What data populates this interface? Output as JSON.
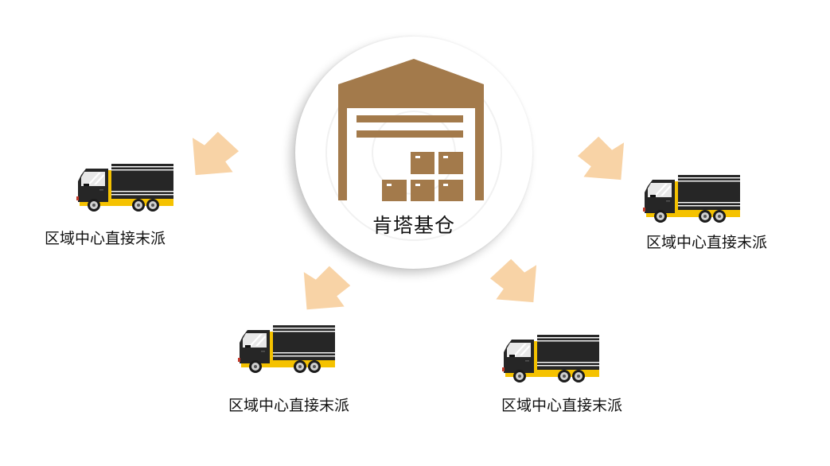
{
  "colors": {
    "warehouse": "#A37A4B",
    "arrow": "#F8D3A6",
    "truck_body": "#262626",
    "truck_base": "#F5C200",
    "text": "#111111"
  },
  "hub": {
    "label": "肯塔基仓",
    "icon": "warehouse-icon"
  },
  "nodes": [
    {
      "label": "区域中心直接末派",
      "icon": "truck-icon",
      "position": "upper-left"
    },
    {
      "label": "区域中心直接末派",
      "icon": "truck-icon",
      "position": "upper-right"
    },
    {
      "label": "区域中心直接末派",
      "icon": "truck-icon",
      "position": "lower-left"
    },
    {
      "label": "区域中心直接末派",
      "icon": "truck-icon",
      "position": "lower-right"
    }
  ],
  "arrows": [
    {
      "direction": "down-left",
      "target": "upper-left"
    },
    {
      "direction": "down-right",
      "target": "upper-right"
    },
    {
      "direction": "down-left",
      "target": "lower-left"
    },
    {
      "direction": "down-right",
      "target": "lower-right"
    }
  ]
}
